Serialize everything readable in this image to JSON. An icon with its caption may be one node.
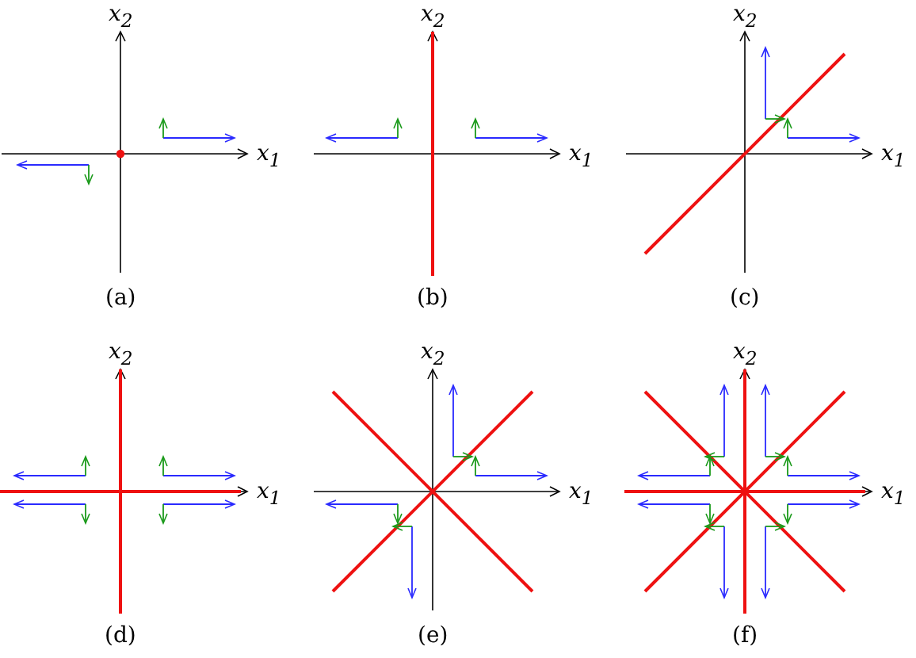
{
  "diagram": {
    "labels": [
      "x$_{2}$",
      "x$_{1}$",
      "(a)",
      "x$_{2}$",
      "x$_{1}$",
      "(b)",
      "x$_{2}$",
      "x$_{1}$",
      "(c)",
      "x$_{2}$",
      "x$_{1}$",
      "(d)",
      "x$_{2}$",
      "x$_{1}$",
      "(e)",
      "x$_{2}$",
      "x$_{1}$",
      "(f)"
    ]
  }
}
